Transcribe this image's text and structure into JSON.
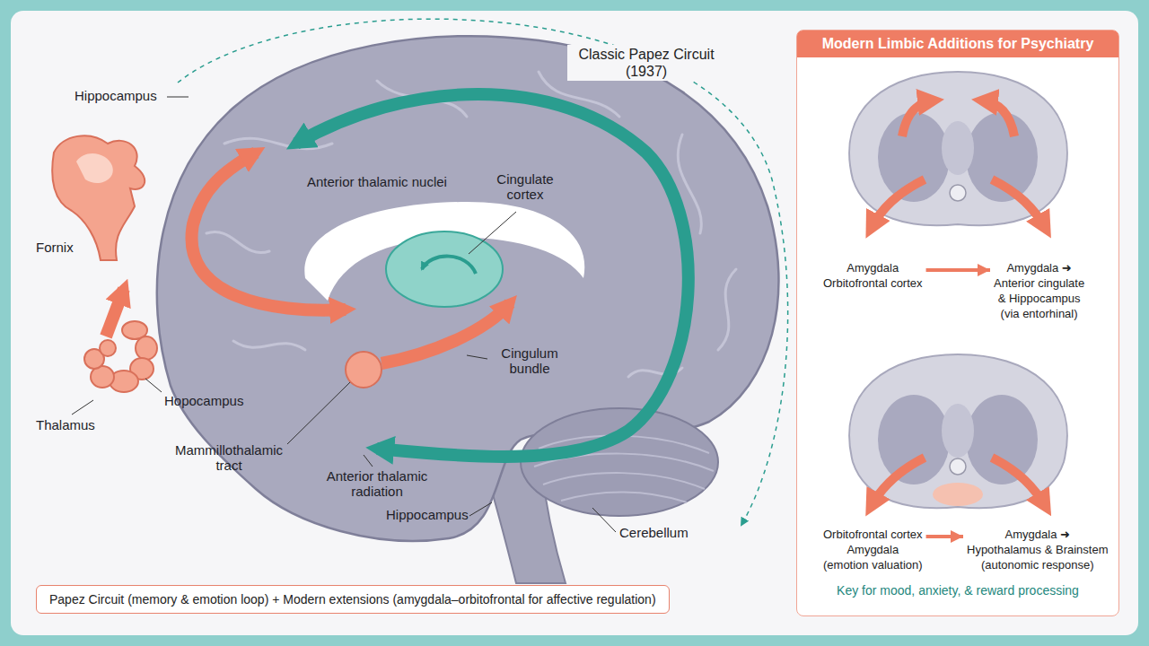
{
  "diagram": {
    "title": "Classic Papez Circuit (1937)",
    "caption": "Papez Circuit (memory & emotion loop) + Modern extensions (amygdala–orbitofrontal for affective regulation)",
    "nodes": [
      {
        "text": [
          "Modern Limbic Additions for Psychiatry",
          "Key for mood, anxiety, & reward processing"
        ]
      },
      {
        "text": [
          "Amygdala",
          "Orbitofrontal cortex"
        ],
        "in": 0
      },
      {
        "text": [
          "Amygdala ➜",
          "Anterior cingulate",
          "& Hippocampus",
          "(via entorhinal)"
        ],
        "in": 0
      },
      {
        "text": [
          "Orbitofrontal cortex",
          "Amygdala",
          "(emotion valuation)"
        ],
        "in": 0
      },
      {
        "text": [
          "Amygdala ➜",
          "Hypothalamus & Brainstem",
          "(autonomic response)"
        ],
        "in": 0
      }
    ],
    "edges": [
      {
        "from": 1,
        "to": 2,
        "arrow": "to"
      },
      {
        "from": 3,
        "to": 4,
        "arrow": "to"
      }
    ],
    "labels": [
      "Hippocampus",
      "Anterior thalamic nuclei",
      "Cingulate cortex",
      "Fornix",
      "Cingulum bundle",
      "Hopocampus",
      "Thalamus",
      "Mammillothalamic tract",
      "Anterior thalamic radiation",
      "Hippocampus",
      "Cerebellum"
    ]
  }
}
